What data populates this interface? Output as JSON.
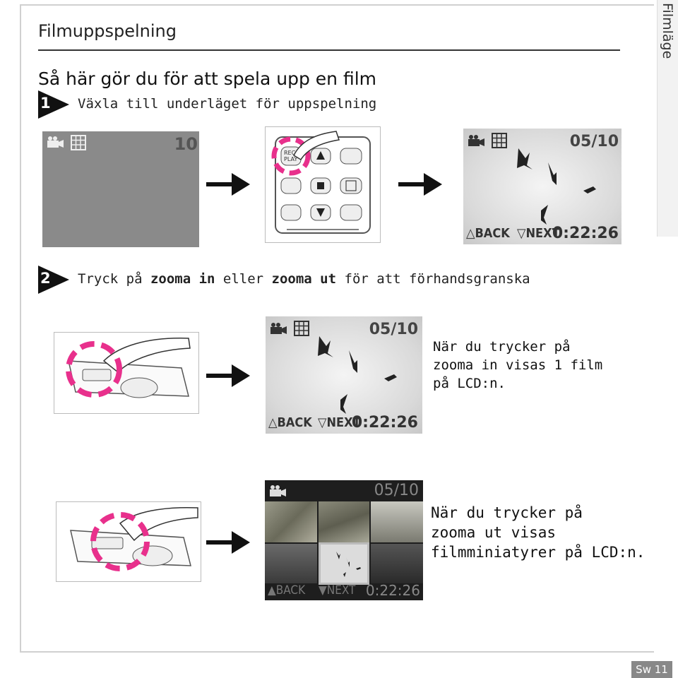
{
  "side_tab": {
    "label": "Filmläge"
  },
  "page": {
    "title": "Filmuppspelning",
    "number": "Sw 11"
  },
  "section": {
    "heading": "Så här gör du för att spela upp en film"
  },
  "step1": {
    "number": "1",
    "text": "Växla till underläget för uppspelning"
  },
  "step2": {
    "number": "2",
    "text_before": "Tryck på ",
    "zoom_in": "zooma in",
    "text_middle": " eller ",
    "zoom_out": "zooma ut",
    "text_after": " för att förhandsgranska"
  },
  "lcd_blank": {
    "counter": "10"
  },
  "remote": {
    "rec_label": "REC",
    "play_label": "PLAY"
  },
  "lcd_playback": {
    "counter": "05/10",
    "back": "BACK",
    "next": "NEXT",
    "time": "0:22:26"
  },
  "zoom_in_desc": {
    "text": "När du trycker på\nzooma in visas 1 film\npå LCD:n."
  },
  "zoom_out_desc": {
    "text": "När du trycker på\nzooma ut visas\nfilmminiatyrer på LCD:n."
  },
  "colors": {
    "highlight": "#e8308c",
    "lcd_grey": "#8a8a8a",
    "dark_lcd": "#1e1e1e"
  },
  "icons": [
    "movie-camera-icon",
    "thumbnail-grid-icon",
    "right-arrow-icon",
    "back-triangle-icon",
    "next-triangle-icon"
  ]
}
